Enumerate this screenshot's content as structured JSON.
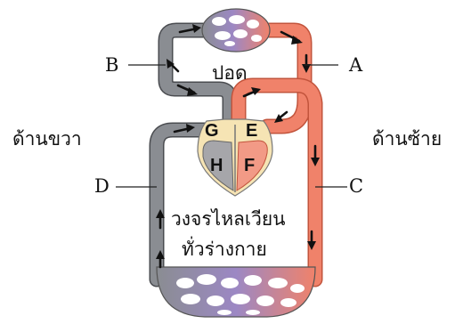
{
  "diagram": {
    "side_labels": {
      "right_side": "ด้านขวา",
      "left_side": "ด้านซ้าย"
    },
    "vessel_labels": {
      "A": "A",
      "B": "B",
      "C": "C",
      "D": "D"
    },
    "chamber_labels": {
      "E": "E",
      "F": "F",
      "G": "G",
      "H": "H"
    },
    "organ_labels": {
      "lungs": "ปอด"
    },
    "body_label": {
      "line1": "วงจรไหลเวียน",
      "line2": "ทั่วร่างกาย"
    },
    "colors": {
      "deoxygenated": "#8a8d92",
      "oxygenated": "#f0826a",
      "heart_right": "#a6a6aa",
      "heart_left": "#f29a86",
      "atrium_fill": "#f6e4b4",
      "capillary_mix": "#9c88c4",
      "arrow": "#111111"
    }
  }
}
